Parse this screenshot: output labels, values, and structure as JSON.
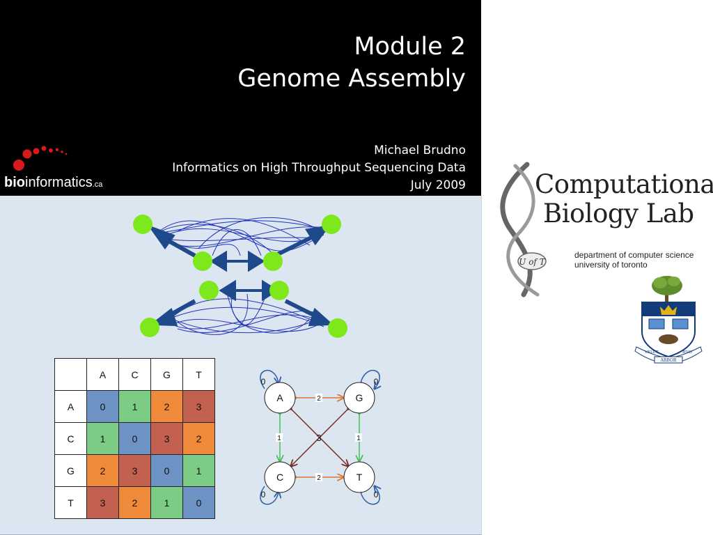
{
  "slide": {
    "title_line1": "Module 2",
    "title_line2": "Genome Assembly",
    "author": "Michael Brudno",
    "course": "Informatics on High Throughput Sequencing Data",
    "date": "July 2009"
  },
  "bioinformatics_logo": {
    "bold": "bio",
    "rest": "informatics",
    "suffix": ".ca"
  },
  "lab_logo": {
    "name_line1": "Computational",
    "name_line2": "Biology Lab",
    "dept_line1": "department of computer science",
    "dept_line2": "university of toronto",
    "helix_label": "U of T"
  },
  "crest": {
    "left_motto": "VELUT",
    "right_motto": "ÆVO",
    "banner": "ARBOR"
  },
  "matrix": {
    "headers": [
      "A",
      "C",
      "G",
      "T"
    ],
    "rows": [
      {
        "label": "A",
        "values": [
          "0",
          "1",
          "2",
          "3"
        ]
      },
      {
        "label": "C",
        "values": [
          "1",
          "0",
          "3",
          "2"
        ]
      },
      {
        "label": "G",
        "values": [
          "2",
          "3",
          "0",
          "1"
        ]
      },
      {
        "label": "T",
        "values": [
          "3",
          "2",
          "1",
          "0"
        ]
      }
    ]
  },
  "nucleotide_graph": {
    "nodes": [
      "A",
      "G",
      "C",
      "T"
    ],
    "self_loop_labels": [
      "0",
      "0",
      "0",
      "0"
    ],
    "edge_labels": {
      "top": "2",
      "bottom": "2",
      "left": "1",
      "right": "1",
      "center": "3"
    }
  },
  "colors": {
    "header_bg": "#000000",
    "panel_bg": "#dce6f0",
    "node_green": "#7de81c",
    "arrow_blue": "#1e4a8c",
    "cost0": "#6d93c5",
    "cost1": "#7ccc85",
    "cost2": "#ef8a3a",
    "cost3": "#c2614f"
  }
}
